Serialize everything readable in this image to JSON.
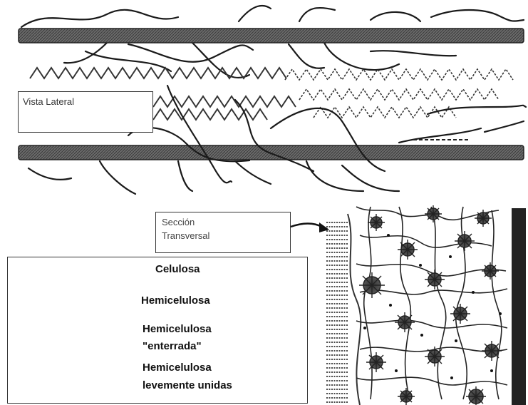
{
  "diagram": {
    "side_view_label": "Vista Lateral",
    "cross_section_label_line1": "Sección",
    "cross_section_label_line2": "Transversal"
  },
  "legend": {
    "cellulose": "Celulosa",
    "hemicellulose": "Hemicelulosa",
    "buried_line1": "Hemicelulosa",
    "buried_line2": "\"enterrada\"",
    "loose_line1": "Hemicelulosa",
    "loose_line2": "levemente unidas"
  },
  "colors": {
    "fiber": "#555555",
    "ink": "#1a1a1a"
  }
}
